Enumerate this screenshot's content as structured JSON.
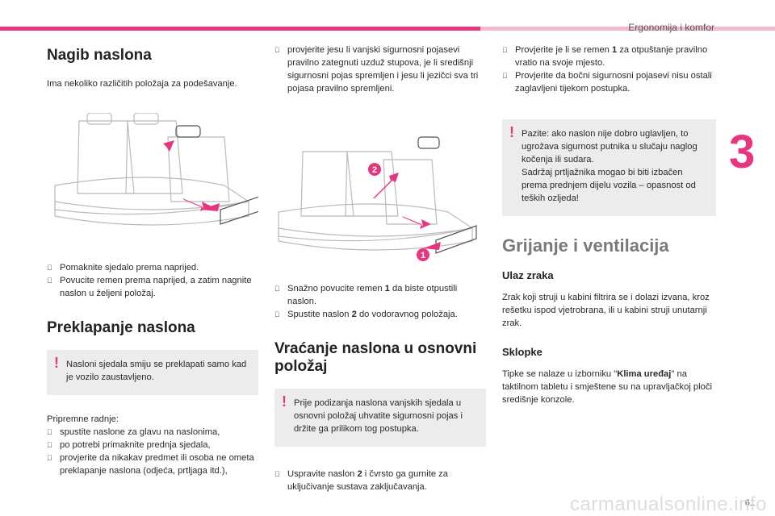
{
  "header": {
    "title": "Ergonomija i komfor",
    "chapter": "3"
  },
  "col1": {
    "title": "Nagib naslona",
    "intro": "Ima nekoliko različitih položaja za podešavanje.",
    "steps": [
      "Pomaknite sjedalo prema naprijed.",
      "Povucite remen prema naprijed, a zatim nagnite naslon u željeni položaj."
    ],
    "fold_title": "Preklapanje naslona",
    "fold_warning": "Nasloni sjedala smiju se preklapati samo kad je vozilo zaustavljeno.",
    "prep_label": "Pripremne radnje:",
    "prep_steps": [
      "spustite naslone za glavu na naslonima,",
      "po potrebi primaknite prednja sjedala,",
      "provjerite da nikakav predmet ili osoba ne ometa preklapanje naslona (odjeća, prtljaga itd.),"
    ]
  },
  "col2": {
    "check": "provjerite jesu li vanjski sigurnosni pojasevi pravilno zategnuti uzduž stupova, je li središnji sigurnosni pojas spremljen i jesu li jezičci sva tri pojasa pravilno spremljeni.",
    "illus_label1": "1",
    "illus_label2": "2",
    "step1_pre": "Snažno povucite remen ",
    "step1_b": "1",
    "step1_post": " da biste otpustili naslon.",
    "step2_pre": "Spustite naslon ",
    "step2_b": "2",
    "step2_post": " do vodoravnog položaja.",
    "return_title": "Vraćanje naslona u osnovni položaj",
    "return_warning": "Prije podizanja naslona vanjskih sjedala u osnovni položaj uhvatite sigurnosni pojas i držite ga prilikom tog postupka.",
    "step3_pre": "Uspravite naslon ",
    "step3_b": "2",
    "step3_post": " i čvrsto ga gurnite za uključivanje sustava zaključavanja."
  },
  "col3": {
    "c1_pre": "Provjerite je li se remen ",
    "c1_b": "1",
    "c1_post": " za otpuštanje pravilno vratio na svoje mjesto.",
    "c2": "Provjerite da bočni sigurnosni pojasevi nisu ostali zaglavljeni tijekom postupka.",
    "warning": "Pazite: ako naslon nije dobro uglavljen, to ugrožava sigurnost putnika u slučaju naglog kočenja ili sudara.",
    "warning2": "Sadržaj prtljažnika mogao bi biti izbačen prema prednjem dijelu vozila – opasnost od teških ozljeda!",
    "section": "Grijanje i ventilacija",
    "air_title": "Ulaz zraka",
    "air_text": "Zrak koji struji u kabini filtrira se i dolazi izvana, kroz rešetku ispod vjetrobrana, ili u kabini struji unutarnji zrak.",
    "ctrl_title": "Sklopke",
    "ctrl_pre": "Tipke se nalaze u izborniku \"",
    "ctrl_b": "Klima uređaj",
    "ctrl_post": "\" na taktilnom tabletu i smještene su na upravljačkoj ploči središnje konzole."
  },
  "bullet": "",
  "page_number": "61",
  "watermark": "carmanualsonline.info",
  "colors": {
    "accent": "#e8357f",
    "box": "#ececec"
  }
}
